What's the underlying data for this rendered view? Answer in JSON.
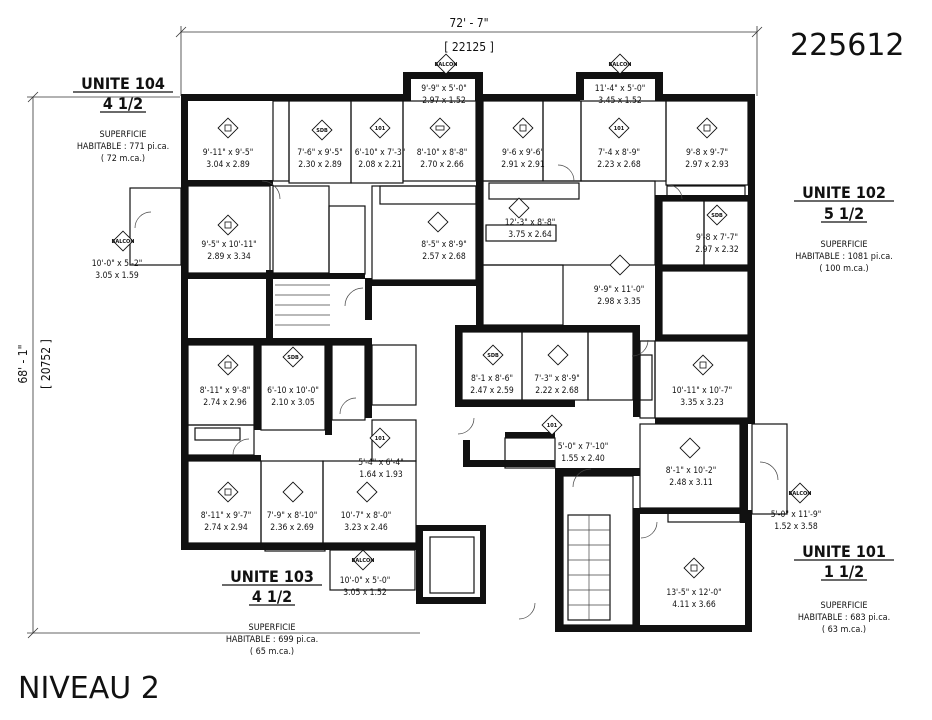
{
  "sheet": {
    "code": "225612",
    "level": "NIVEAU 2"
  },
  "dimensions": {
    "width_ft": "72' - 7\"",
    "width_mm": "[ 22125 ]",
    "depth_ft": "68' - 1\"",
    "depth_mm": "[ 20752 ]"
  },
  "units": [
    {
      "id": "u104",
      "title": "UNITE 104",
      "rooms": "4 1/2",
      "area_label": "SUPERFICIE",
      "area_habitable": "HABITABLE : 771 pi.ca.",
      "area_metric": "( 72 m.ca.)"
    },
    {
      "id": "u102",
      "title": "UNITE 102",
      "rooms": "5 1/2",
      "area_label": "SUPERFICIE",
      "area_habitable": "HABITABLE : 1081 pi.ca.",
      "area_metric": "( 100 m.ca.)"
    },
    {
      "id": "u103",
      "title": "UNITE 103",
      "rooms": "4 1/2",
      "area_label": "SUPERFICIE",
      "area_habitable": "HABITABLE : 699 pi.ca.",
      "area_metric": "( 65 m.ca.)"
    },
    {
      "id": "u101",
      "title": "UNITE 101",
      "rooms": "1 1/2",
      "area_label": "SUPERFICIE",
      "area_habitable": "HABITABLE : 683 pi.ca.",
      "area_metric": "( 63 m.ca.)"
    }
  ],
  "rooms": [
    {
      "imp": "9'-11\" x 9'-5\"",
      "met": "3.04 x 2.89"
    },
    {
      "imp": "7'-6\" x 9'-5\"",
      "met": "2.30 x 2.89"
    },
    {
      "imp": "6'-10\" x 7'-3\"",
      "met": "2.08 x 2.21"
    },
    {
      "imp": "8'-10\" x 8'-8\"",
      "met": "2.70 x 2.66"
    },
    {
      "imp": "9'-9\" x 5'-0\"",
      "met": "2.97 x 1.52"
    },
    {
      "imp": "9'-5\" x 10'-11\"",
      "met": "2.89 x 3.34"
    },
    {
      "imp": "8'-5\" x 8'-9\"",
      "met": "2.57 x 2.68"
    },
    {
      "imp": "10'-0\" x 5'-2\"",
      "met": "3.05 x 1.59"
    },
    {
      "imp": "11'-4\" x 5'-0\"",
      "met": "3.45 x 1.52"
    },
    {
      "imp": "9'-6 x 9'-6\"",
      "met": "2.91 x 2.91"
    },
    {
      "imp": "7'-4 x 8'-9\"",
      "met": "2.23 x 2.68"
    },
    {
      "imp": "9'-8 x 9'-7\"",
      "met": "2.97 x 2.93"
    },
    {
      "imp": "12'-3\" x 8'-8\"",
      "met": "3.75 x 2.64"
    },
    {
      "imp": "9'-8 x 7'-7\"",
      "met": "2.97 x 2.32"
    },
    {
      "imp": "9'-9\" x 11'-0\"",
      "met": "2.98 x 3.35"
    },
    {
      "imp": "8'-11\" x 9'-8\"",
      "met": "2.74 x 2.96"
    },
    {
      "imp": "6'-10 x 10'-0\"",
      "met": "2.10 x 3.05"
    },
    {
      "imp": "8'-1 x 8'-6\"",
      "met": "2.47 x 2.59"
    },
    {
      "imp": "7'-3\" x 8'-9\"",
      "met": "2.22 x 2.68"
    },
    {
      "imp": "10'-11\" x 10'-7\"",
      "met": "3.35 x 3.23"
    },
    {
      "imp": "5'-4\" x 6'-4\"",
      "met": "1.64 x 1.93"
    },
    {
      "imp": "5'-0\" x 7'-10\"",
      "met": "1.55 x 2.40"
    },
    {
      "imp": "8'-1\" x 10'-2\"",
      "met": "2.48 x 3.11"
    },
    {
      "imp": "8'-11\" x 9'-7\"",
      "met": "2.74 x 2.94"
    },
    {
      "imp": "7'-9\" x 8'-10\"",
      "met": "2.36 x 2.69"
    },
    {
      "imp": "10'-7\" x 8'-0\"",
      "met": "3.23 x 2.46"
    },
    {
      "imp": "5'-0\" x 11'-9\"",
      "met": "1.52 x 3.58"
    },
    {
      "imp": "10'-0\" x 5'-0\"",
      "met": "3.05 x 1.52"
    },
    {
      "imp": "13'-5\" x 12'-0\"",
      "met": "4.11 x 3.66"
    }
  ],
  "tags": {
    "balcon": "BALCON",
    "sdb": "SDB"
  }
}
